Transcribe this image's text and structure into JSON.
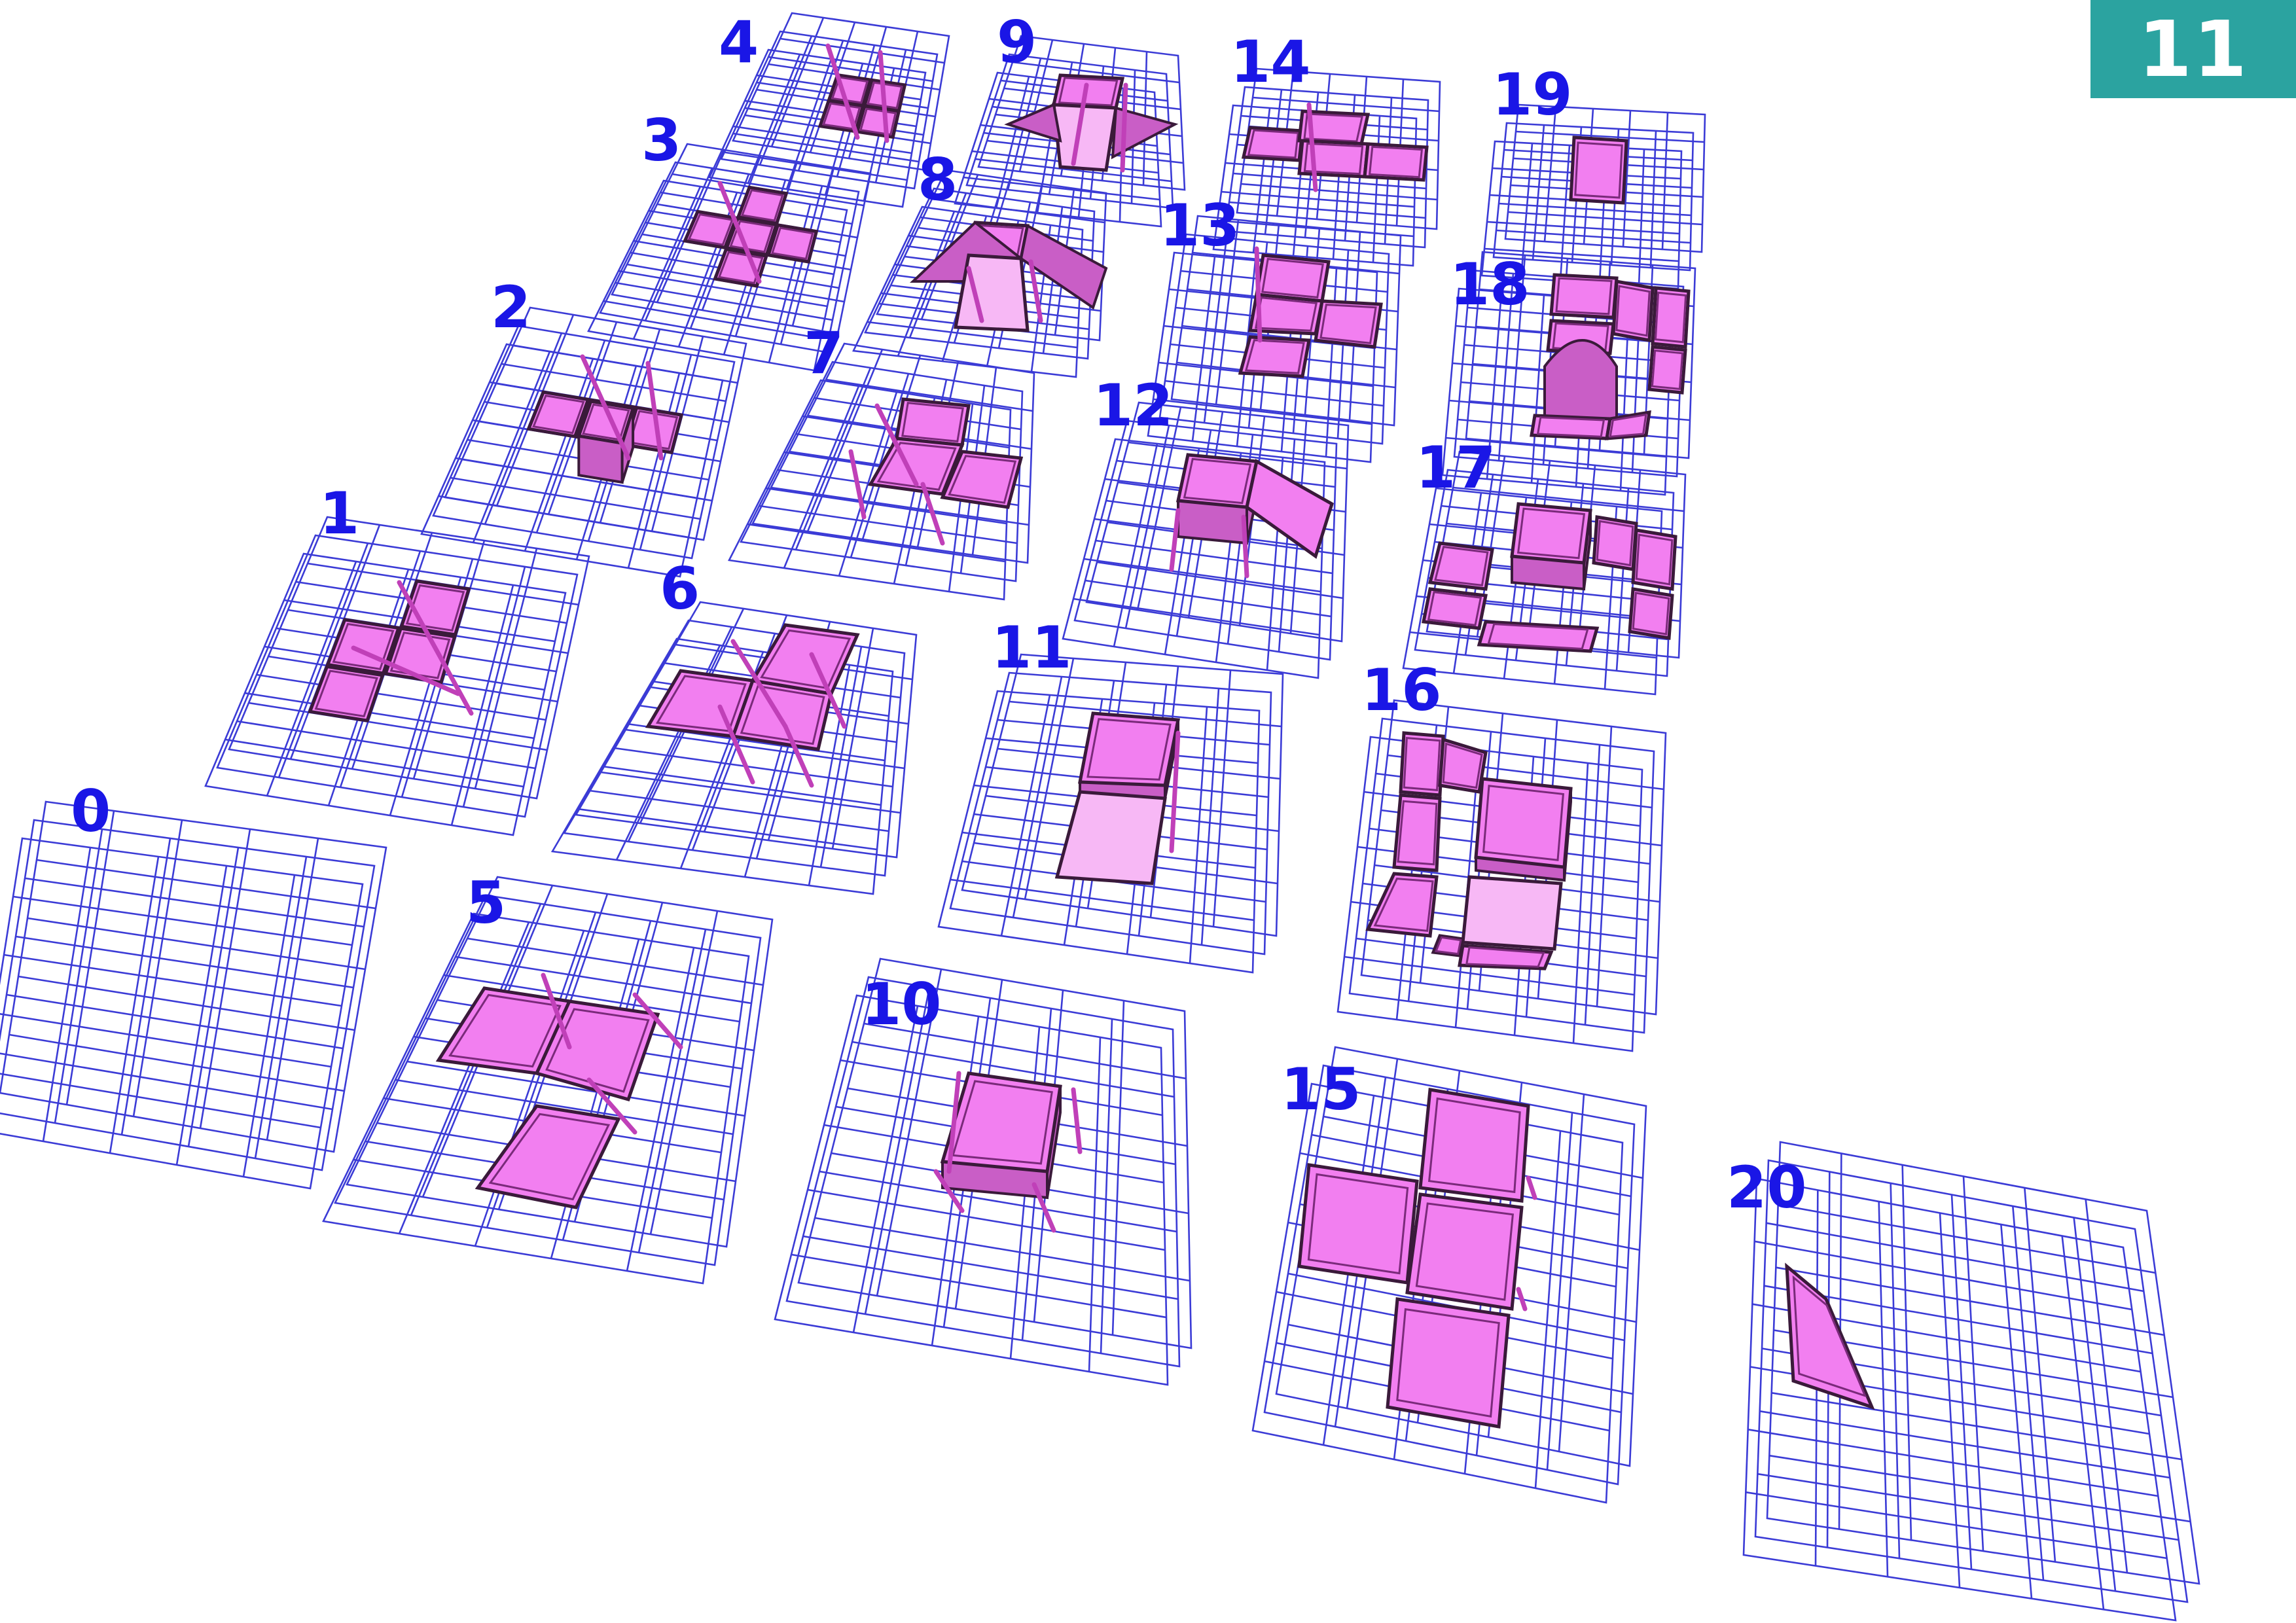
{
  "badge": {
    "label": "11",
    "color": "#2ba3a0"
  },
  "colors": {
    "grid": "#3b3bd6",
    "face": "#f27ff0",
    "label": "#1a16e6"
  },
  "steps": [
    {
      "label": "0"
    },
    {
      "label": "1"
    },
    {
      "label": "2"
    },
    {
      "label": "3"
    },
    {
      "label": "4"
    },
    {
      "label": "5"
    },
    {
      "label": "6"
    },
    {
      "label": "7"
    },
    {
      "label": "8"
    },
    {
      "label": "9"
    },
    {
      "label": "10"
    },
    {
      "label": "11"
    },
    {
      "label": "12"
    },
    {
      "label": "13"
    },
    {
      "label": "14"
    },
    {
      "label": "15"
    },
    {
      "label": "16"
    },
    {
      "label": "17"
    },
    {
      "label": "18"
    },
    {
      "label": "19"
    },
    {
      "label": "20"
    }
  ]
}
